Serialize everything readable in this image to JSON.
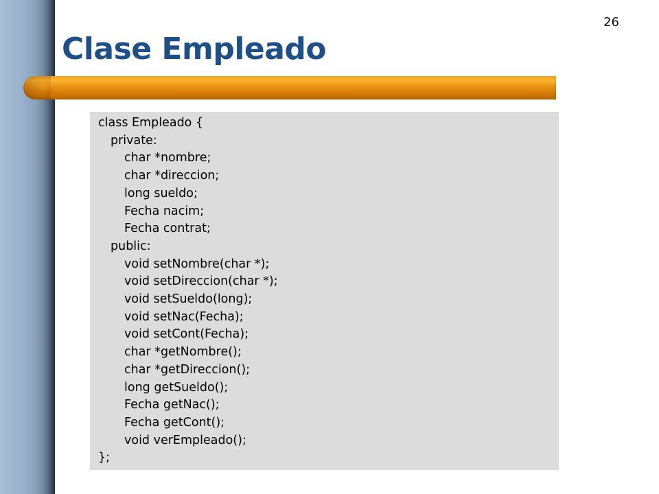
{
  "slide": {
    "page_number": "26",
    "title": "Clase Empleado"
  },
  "code": {
    "lines": [
      {
        "text": "class Empleado {",
        "indent": 0
      },
      {
        "text": "private:",
        "indent": 1
      },
      {
        "text": "char *nombre;",
        "indent": 2
      },
      {
        "text": "char *direccion;",
        "indent": 2
      },
      {
        "text": "long sueldo;",
        "indent": 2
      },
      {
        "text": "Fecha nacim;",
        "indent": 2
      },
      {
        "text": "Fecha contrat;",
        "indent": 2
      },
      {
        "text": "public:",
        "indent": 1
      },
      {
        "text": "void setNombre(char *);",
        "indent": 2
      },
      {
        "text": "void setDireccion(char *);",
        "indent": 2
      },
      {
        "text": "void setSueldo(long);",
        "indent": 2
      },
      {
        "text": "void setNac(Fecha);",
        "indent": 2
      },
      {
        "text": "void setCont(Fecha);",
        "indent": 2
      },
      {
        "text": "char *getNombre();",
        "indent": 2
      },
      {
        "text": "char *getDireccion();",
        "indent": 2
      },
      {
        "text": "long getSueldo();",
        "indent": 2
      },
      {
        "text": "Fecha getNac();",
        "indent": 2
      },
      {
        "text": "Fecha getCont();",
        "indent": 2
      },
      {
        "text": "void verEmpleado();",
        "indent": 2
      },
      {
        "text": "};",
        "indent": 0
      }
    ]
  },
  "colors": {
    "title": "#1d4f88",
    "accent_bar": "#e99314",
    "code_background": "#dcdcdc",
    "side_bar": "#9ab3cc"
  }
}
